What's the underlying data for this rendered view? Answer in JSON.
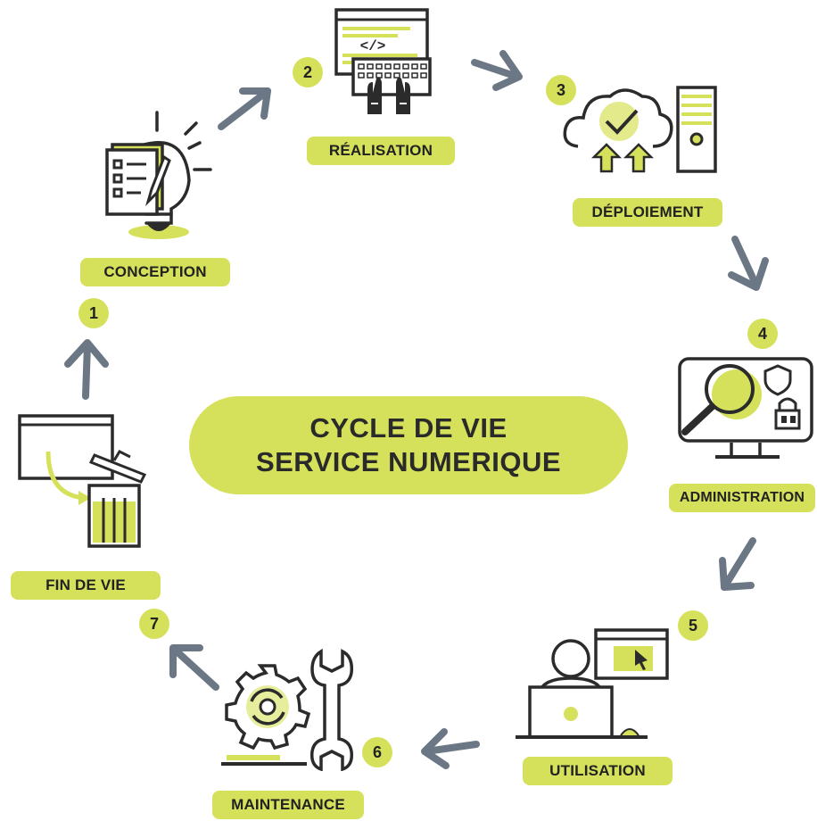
{
  "title": {
    "line1": "CYCLE DE VIE",
    "line2": "SERVICE NUMERIQUE"
  },
  "accent_color": "#d5e15a",
  "stroke_color": "#2b2b2b",
  "arrow_color": "#6b7785",
  "steps": [
    {
      "number": "1",
      "label": "CONCEPTION",
      "icon": "lightbulb-document-icon"
    },
    {
      "number": "2",
      "label": "RÉALISATION",
      "icon": "code-keyboard-icon"
    },
    {
      "number": "3",
      "label": "DÉPLOIEMENT",
      "icon": "cloud-server-icon"
    },
    {
      "number": "4",
      "label": "ADMINISTRATION",
      "icon": "monitor-magnifier-icon"
    },
    {
      "number": "5",
      "label": "UTILISATION",
      "icon": "user-laptop-icon"
    },
    {
      "number": "6",
      "label": "MAINTENANCE",
      "icon": "gear-wrench-icon"
    },
    {
      "number": "7",
      "label": "FIN DE VIE",
      "icon": "window-trash-icon"
    }
  ]
}
